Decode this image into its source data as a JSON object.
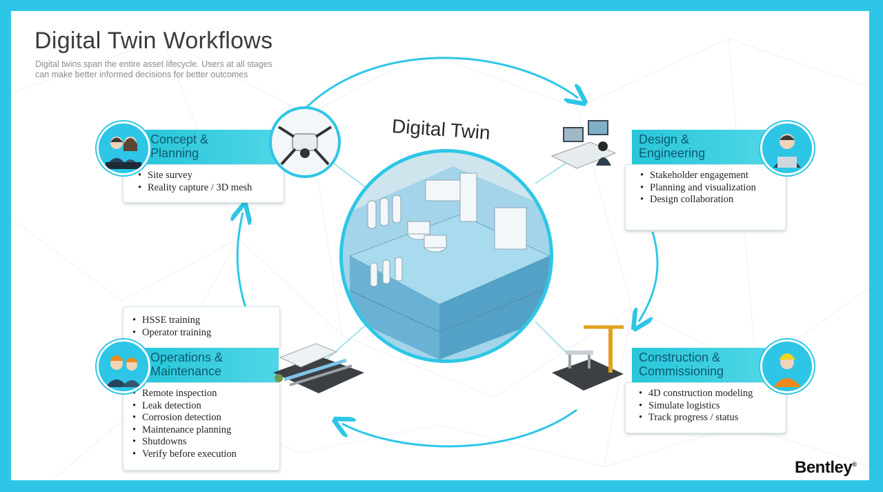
{
  "header": {
    "title": "Digital Twin Workflows",
    "subtitle_line1": "Digital twins span the entire asset lifecycle. Users at all stages",
    "subtitle_line2": "can make better informed decisions for better outcomes"
  },
  "center": {
    "label": "Digital Twin"
  },
  "stages": {
    "concept": {
      "title_line1": "Concept &",
      "title_line2": "Planning",
      "items": [
        "Site survey",
        "Reality capture / 3D mesh"
      ]
    },
    "design": {
      "title_line1": "Design &",
      "title_line2": "Engineering",
      "items": [
        "Stakeholder engagement",
        "Planning and visualization",
        "Design collaboration"
      ]
    },
    "construction": {
      "title_line1": "Construction &",
      "title_line2": "Commissioning",
      "items": [
        "4D construction modeling",
        "Simulate logistics",
        "Track progress / status"
      ]
    },
    "operations": {
      "title_line1": "Operations &",
      "title_line2": "Maintenance",
      "items_top": [
        "HSSE training",
        "Operator training"
      ],
      "items_bottom": [
        "Remote inspection",
        "Leak detection",
        "Corrosion detection",
        "Maintenance planning",
        "Shutdowns",
        "Verify before execution"
      ]
    }
  },
  "brand": {
    "logo": "Bentley",
    "mark": "®"
  },
  "colors": {
    "accent": "#2ec6e6",
    "band": "#28c6d9",
    "band_text": "#0d5a72"
  }
}
